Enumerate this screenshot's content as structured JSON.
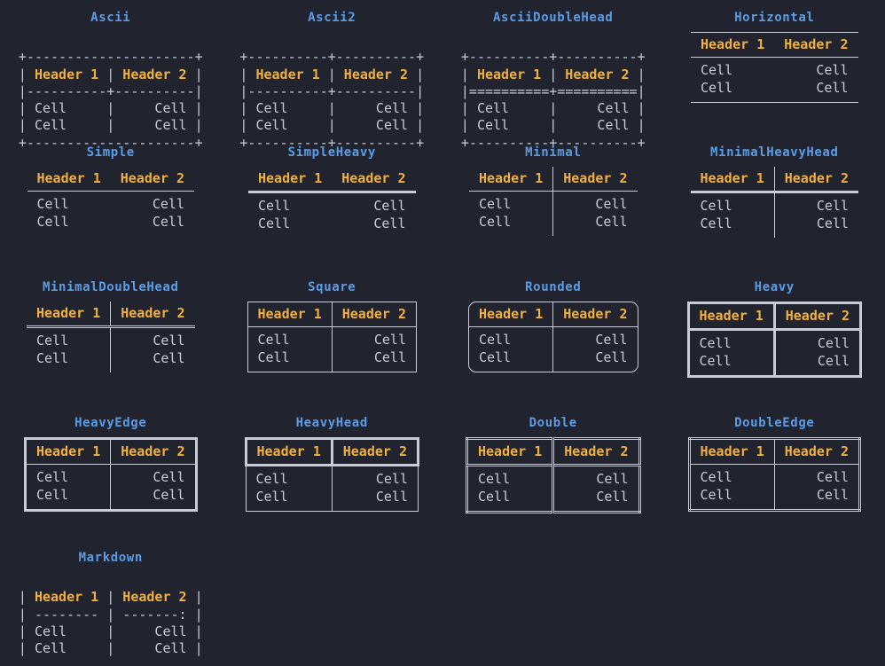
{
  "theme": {
    "background": "#21242f",
    "title_color": "#5c9ce6",
    "header_color": "#f2b13c",
    "cell_color": "#c8cdd8",
    "line_color": "#c8cdd8"
  },
  "common": {
    "header1": "Header 1",
    "header2": "Header 2",
    "cell": "Cell"
  },
  "tables": [
    {
      "id": "ascii",
      "title": "Ascii",
      "render": "art",
      "lines": [
        {
          "text": "+---------+---------+",
          "kind": "rule"
        },
        {
          "text": "| Header 1 | Header 2 |",
          "kind": "header"
        },
        {
          "text": "|----------+----------|",
          "kind": "rule"
        },
        {
          "text": "| Cell     |     Cell |",
          "kind": "cell"
        },
        {
          "text": "| Cell     |     Cell |",
          "kind": "cell"
        },
        {
          "text": "+---------+---------+",
          "kind": "rule"
        }
      ],
      "art": [
        {
          "text": "+---------------------+",
          "kind": "rule"
        },
        {
          "pre": "| ",
          "hd1": "Header 1",
          "mid": " | ",
          "hd2": "Header 2",
          "post": " |",
          "kind": "header"
        },
        {
          "text": "|----------+----------|",
          "kind": "rule"
        },
        {
          "text": "| Cell     |     Cell |",
          "kind": "cell"
        },
        {
          "text": "| Cell     |     Cell |",
          "kind": "cell"
        },
        {
          "text": "+---------------------+",
          "kind": "rule"
        }
      ]
    },
    {
      "id": "ascii2",
      "title": "Ascii2",
      "render": "art",
      "art": [
        {
          "text": "+----------+----------+",
          "kind": "rule"
        },
        {
          "pre": "| ",
          "hd1": "Header 1",
          "mid": " | ",
          "hd2": "Header 2",
          "post": " |",
          "kind": "header"
        },
        {
          "text": "|----------+----------|",
          "kind": "rule"
        },
        {
          "text": "| Cell     |     Cell |",
          "kind": "cell"
        },
        {
          "text": "| Cell     |     Cell |",
          "kind": "cell"
        },
        {
          "text": "+----------+----------+",
          "kind": "rule"
        }
      ]
    },
    {
      "id": "asciidoublehead",
      "title": "AsciiDoubleHead",
      "render": "art",
      "art": [
        {
          "text": "+----------+----------+",
          "kind": "rule"
        },
        {
          "pre": "| ",
          "hd1": "Header 1",
          "mid": " | ",
          "hd2": "Header 2",
          "post": " |",
          "kind": "header"
        },
        {
          "text": "|==========+==========|",
          "kind": "rule"
        },
        {
          "text": "| Cell     |     Cell |",
          "kind": "cell"
        },
        {
          "text": "| Cell     |     Cell |",
          "kind": "cell"
        },
        {
          "text": "+----------+----------+",
          "kind": "rule"
        }
      ]
    },
    {
      "id": "horizontal",
      "title": "Horizontal",
      "render": "css"
    },
    {
      "id": "simple",
      "title": "Simple",
      "render": "css"
    },
    {
      "id": "simpleheavy",
      "title": "SimpleHeavy",
      "render": "css"
    },
    {
      "id": "minimal",
      "title": "Minimal",
      "render": "css"
    },
    {
      "id": "minimalheavyhead",
      "title": "MinimalHeavyHead",
      "render": "css"
    },
    {
      "id": "minimaldoublehead",
      "title": "MinimalDoubleHead",
      "render": "css"
    },
    {
      "id": "square",
      "title": "Square",
      "render": "css"
    },
    {
      "id": "rounded",
      "title": "Rounded",
      "render": "css"
    },
    {
      "id": "heavy",
      "title": "Heavy",
      "render": "css"
    },
    {
      "id": "heavyedge",
      "title": "HeavyEdge",
      "render": "css"
    },
    {
      "id": "heavyhead",
      "title": "HeavyHead",
      "render": "css"
    },
    {
      "id": "double",
      "title": "Double",
      "render": "css"
    },
    {
      "id": "doubleedge",
      "title": "DoubleEdge",
      "render": "css"
    },
    {
      "id": "markdown",
      "title": "Markdown",
      "render": "art",
      "art": [
        {
          "pre": "| ",
          "hd1": "Header 1",
          "mid": " | ",
          "hd2": "Header 2",
          "post": " |",
          "kind": "header"
        },
        {
          "text": "| -------- | -------: |",
          "kind": "rule"
        },
        {
          "text": "| Cell     |     Cell |",
          "kind": "cell"
        },
        {
          "text": "| Cell     |     Cell |",
          "kind": "cell"
        }
      ]
    }
  ]
}
